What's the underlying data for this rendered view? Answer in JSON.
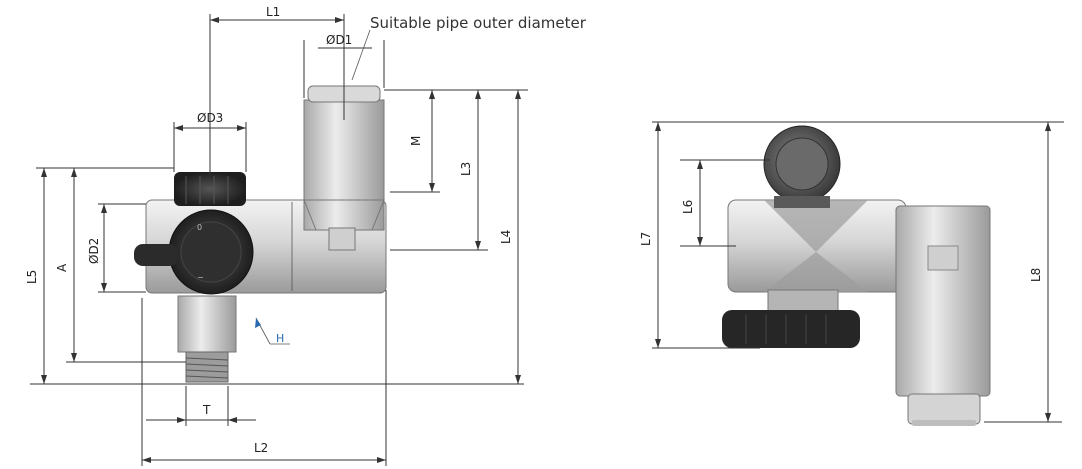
{
  "annotation": "Suitable pipe outer diameter",
  "labels": {
    "L1": "L1",
    "D1": "ØD1",
    "D3": "ØD3",
    "M": "M",
    "L3": "L3",
    "L4": "L4",
    "L5": "L5",
    "A": "A",
    "D2": "ØD2",
    "H": "H",
    "T": "T",
    "L2": "L2",
    "L6": "L6",
    "L7": "L7",
    "L8": "L8"
  },
  "colors": {
    "metal_light": "#e6e6e6",
    "metal_mid": "#bdbdbd",
    "metal_dark": "#8a8a8a",
    "knob": "#2b2b2b",
    "blue": "#2a6ab0"
  }
}
